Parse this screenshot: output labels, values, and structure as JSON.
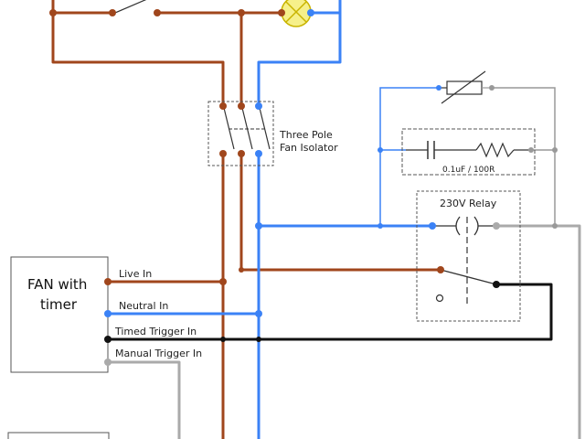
{
  "labels": {
    "fan_box_line1": "FAN with",
    "fan_box_line2": "timer",
    "isolator_line1": "Three Pole",
    "isolator_line2": "Fan Isolator",
    "relay_title": "230V Relay",
    "snubber_value": "0.1uF / 100R",
    "live_in": "Live In",
    "neutral_in": "Neutral In",
    "timed_trigger_in": "Timed Trigger In",
    "manual_trigger_in": "Manual Trigger In"
  },
  "colors": {
    "live": "#a0461c",
    "neutral": "#3b82f6",
    "trigger": "#111111",
    "switched_line": "#999999",
    "lamp_fill": "#f6f08a",
    "lamp_stroke": "#c9b400",
    "box_stroke": "#555555"
  }
}
